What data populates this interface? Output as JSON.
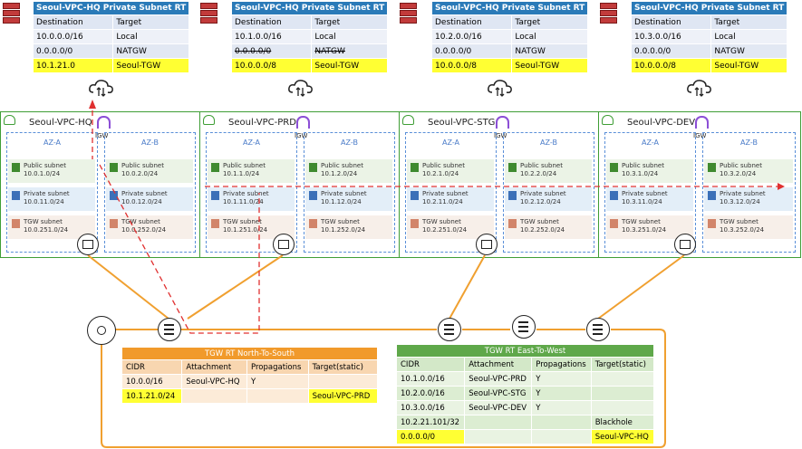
{
  "route_tables": [
    {
      "title": "Seoul-VPC-HQ Private Subnet RT",
      "col_dest": "Destination",
      "col_target": "Target",
      "rows": [
        {
          "dest": "10.0.0.0/16",
          "target": "Local"
        },
        {
          "dest": "0.0.0.0/0",
          "target": "NATGW"
        },
        {
          "dest": "10.1.21.0",
          "target": "Seoul-TGW"
        }
      ]
    },
    {
      "title": "Seoul-VPC-HQ Private Subnet RT",
      "col_dest": "Destination",
      "col_target": "Target",
      "rows": [
        {
          "dest": "10.1.0.0/16",
          "target": "Local"
        },
        {
          "dest": "0.0.0.0/0",
          "target": "NATGW"
        },
        {
          "dest": "10.0.0.0/8",
          "target": "Seoul-TGW"
        }
      ]
    },
    {
      "title": "Seoul-VPC-HQ Private Subnet RT",
      "col_dest": "Destination",
      "col_target": "Target",
      "rows": [
        {
          "dest": "10.2.0.0/16",
          "target": "Local"
        },
        {
          "dest": "0.0.0.0/0",
          "target": "NATGW"
        },
        {
          "dest": "10.0.0.0/8",
          "target": "Seoul-TGW"
        }
      ]
    },
    {
      "title": "Seoul-VPC-HQ Private Subnet RT",
      "col_dest": "Destination",
      "col_target": "Target",
      "rows": [
        {
          "dest": "10.3.0.0/16",
          "target": "Local"
        },
        {
          "dest": "0.0.0.0/0",
          "target": "NATGW"
        },
        {
          "dest": "10.0.0.0/8",
          "target": "Seoul-TGW"
        }
      ]
    }
  ],
  "vpcs": [
    {
      "name": "Seoul-VPC-HQ",
      "igw": "IGW",
      "az_a": "AZ-A",
      "az_b": "AZ-B",
      "subnets_a": [
        [
          "Public subnet",
          "10.0.1.0/24"
        ],
        [
          "Private subnet",
          "10.0.11.0/24"
        ],
        [
          "TGW subnet",
          "10.0.251.0/24"
        ]
      ],
      "subnets_b": [
        [
          "Public subnet",
          "10.0.2.0/24"
        ],
        [
          "Private subnet",
          "10.0.12.0/24"
        ],
        [
          "TGW subnet",
          "10.0.252.0/24"
        ]
      ]
    },
    {
      "name": "Seoul-VPC-PRD",
      "igw": "IGW",
      "az_a": "AZ-A",
      "az_b": "AZ-B",
      "subnets_a": [
        [
          "Public subnet",
          "10.1.1.0/24"
        ],
        [
          "Private subnet",
          "10.1.11.0/24"
        ],
        [
          "TGW subnet",
          "10.1.251.0/24"
        ]
      ],
      "subnets_b": [
        [
          "Public subnet",
          "10.1.2.0/24"
        ],
        [
          "Private subnet",
          "10.1.12.0/24"
        ],
        [
          "TGW subnet",
          "10.1.252.0/24"
        ]
      ]
    },
    {
      "name": "Seoul-VPC-STG",
      "igw": "IGW",
      "az_a": "AZ-A",
      "az_b": "AZ-B",
      "subnets_a": [
        [
          "Public subnet",
          "10.2.1.0/24"
        ],
        [
          "Private subnet",
          "10.2.11.0/24"
        ],
        [
          "TGW subnet",
          "10.2.251.0/24"
        ]
      ],
      "subnets_b": [
        [
          "Public subnet",
          "10.2.2.0/24"
        ],
        [
          "Private subnet",
          "10.2.12.0/24"
        ],
        [
          "TGW subnet",
          "10.2.252.0/24"
        ]
      ]
    },
    {
      "name": "Seoul-VPC-DEV",
      "igw": "IGW",
      "az_a": "AZ-A",
      "az_b": "AZ-B",
      "subnets_a": [
        [
          "Public subnet",
          "10.3.1.0/24"
        ],
        [
          "Private subnet",
          "10.3.11.0/24"
        ],
        [
          "TGW subnet",
          "10.3.251.0/24"
        ]
      ],
      "subnets_b": [
        [
          "Public subnet",
          "10.3.2.0/24"
        ],
        [
          "Private subnet",
          "10.3.12.0/24"
        ],
        [
          "TGW subnet",
          "10.3.252.0/24"
        ]
      ]
    }
  ],
  "tgw_rt_ns": {
    "title": "TGW RT  North-To-South",
    "cols": [
      "CIDR",
      "Attachment",
      "Propagations",
      "Target(static)"
    ],
    "rows": [
      [
        "10.0.0/16",
        "Seoul-VPC-HQ",
        "Y",
        ""
      ],
      [
        "10.1.21.0/24",
        "",
        "",
        "Seoul-VPC-PRD"
      ]
    ]
  },
  "tgw_rt_ew": {
    "title": "TGW RT  East-To-West",
    "cols": [
      "CIDR",
      "Attachment",
      "Propagations",
      "Target(static)"
    ],
    "rows": [
      [
        "10.1.0.0/16",
        "Seoul-VPC-PRD",
        "Y",
        ""
      ],
      [
        "10.2.0.0/16",
        "Seoul-VPC-STG",
        "Y",
        ""
      ],
      [
        "10.3.0.0/16",
        "Seoul-VPC-DEV",
        "Y",
        ""
      ],
      [
        "10.2.21.101/32",
        "",
        "",
        "Blackhole"
      ],
      [
        "0.0.0.0/0",
        "",
        "",
        "Seoul-VPC-HQ"
      ]
    ]
  },
  "colors": {
    "vpc_border": "#3f9e36",
    "az_border": "#5a8fd8",
    "tgw_line": "#f0a030",
    "flow": "#e03030",
    "highlight": "#ffff33",
    "rt_header": "#2a7ab8"
  }
}
